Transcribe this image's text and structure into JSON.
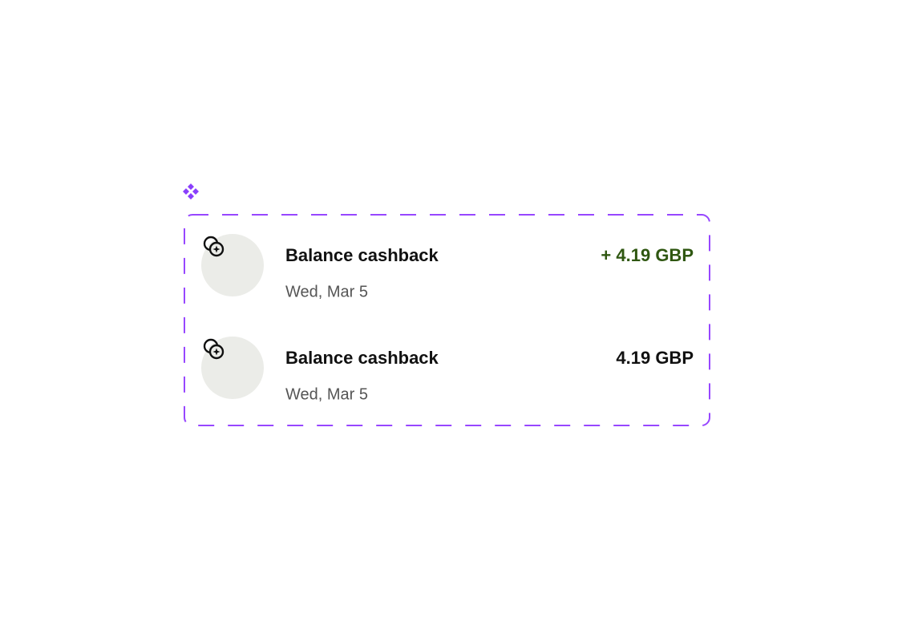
{
  "colors": {
    "accent": "#9747ff",
    "positive": "#2f5711",
    "text": "#111111",
    "muted": "#555555",
    "avatar_bg": "#ebece8"
  },
  "transactions": [
    {
      "title": "Balance cashback",
      "date": "Wed, Mar 5",
      "amount": "+ 4.19 GBP",
      "positive": true,
      "icon": "cashback-coins-icon"
    },
    {
      "title": "Balance cashback",
      "date": "Wed, Mar 5",
      "amount": "4.19 GBP",
      "positive": false,
      "icon": "cashback-coins-icon"
    }
  ]
}
